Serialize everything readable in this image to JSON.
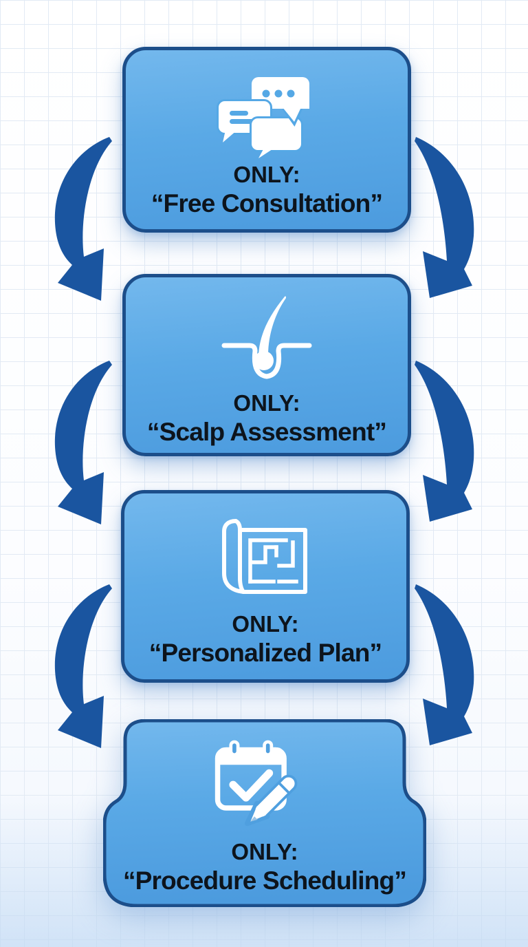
{
  "diagram": {
    "steps": [
      {
        "icon": "chat-bubbles",
        "only_label": "ONLY:",
        "title": "“Free Consultation”"
      },
      {
        "icon": "hair-follicle",
        "only_label": "ONLY:",
        "title": "“Scalp Assessment”"
      },
      {
        "icon": "blueprint-plan",
        "only_label": "ONLY:",
        "title": "“Personalized Plan”"
      },
      {
        "icon": "calendar-check-pencil",
        "only_label": "ONLY:",
        "title": "“Procedure Scheduling”"
      }
    ],
    "colors": {
      "box_fill_top": "#73b8ed",
      "box_fill_bottom": "#4c9bde",
      "box_border": "#1c4e8a",
      "arrow": "#1a55a0",
      "text": "#0d141c",
      "icon": "#ffffff",
      "grid_line": "#e2eaf4"
    }
  }
}
